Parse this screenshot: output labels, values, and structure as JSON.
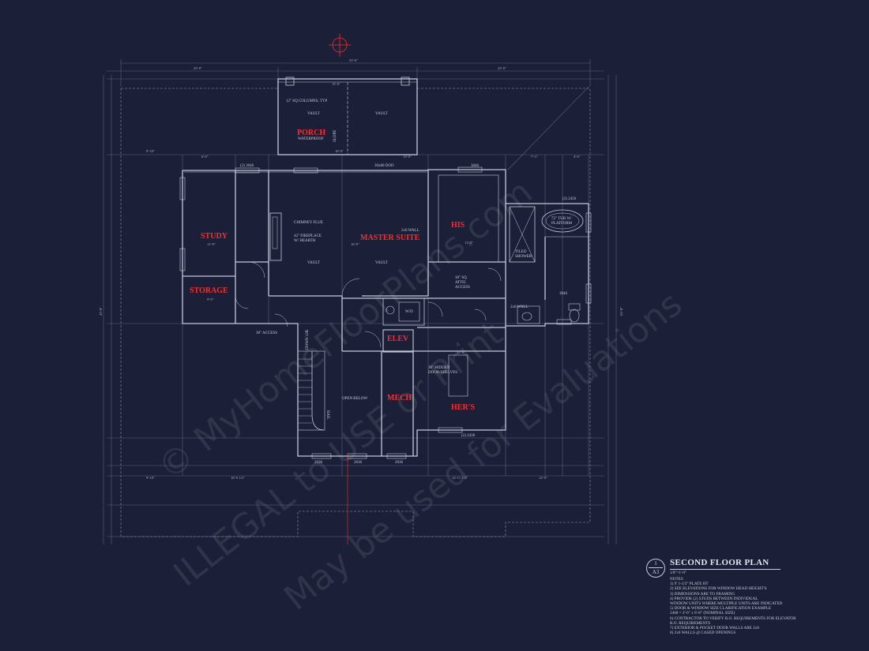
{
  "rooms": {
    "porch": "PORCH",
    "study": "STUDY",
    "storage": "STORAGE",
    "master_suite": "MASTER SUITE",
    "his": "HIS",
    "elev": "ELEV",
    "mech": "MECH",
    "hers": "HER'S"
  },
  "notes": {
    "columns": "12\" SQ COLUMNS, TYP",
    "vault_porch_1": "VAULT",
    "vault_porch_2": "VAULT",
    "waterproof": "WATERPROOF",
    "slope": "SLOPE",
    "chimney_flue": "CHIMNEY FLUE",
    "fireplace": "42\" FIREPLACE",
    "hearth": "W/ HEARTH",
    "vault_1": "VAULT",
    "vault_2": "VAULT",
    "wall_2x6": "2x6 WALL",
    "attic_1": "30\" SQ",
    "attic_2": "ATTIC",
    "attic_3": "ACCESS",
    "tub_1": "72\" TUB W/",
    "tub_2": "PLATFORM",
    "tiled_1": "TILED",
    "tiled_2": "SHOWER",
    "wall_2x6_b": "2x6 WALL",
    "wd": "W/D",
    "access_30": "30\" ACCESS",
    "hidden_1": "36\" HIDDEN",
    "hidden_2": "DOOR/SHELVES",
    "open_below": "OPEN BELOW",
    "rail": "RAIL",
    "down_12r": "DOWN 12R",
    "win_3046": "(3) 3046",
    "win_3046b": "3046",
    "win_3046c": "3046",
    "win_2456": "(3) 2456",
    "win_3060": "3060",
    "win_2636a": "2636",
    "win_2636b": "2636",
    "win_2636c": "2636",
    "win_2436": "(2) 2436",
    "door_3080": "30x80 DOD"
  },
  "dims": {
    "overall_top": "53'-0\"",
    "top_left": "25'-0\"",
    "top_right": "25'-0\"",
    "porch_w": "15'-0\"",
    "seg_a": "9'-10\"",
    "seg_b": "6'-0\"",
    "seg_c": "16'-0\"",
    "seg_d": "13'-0\"",
    "seg_e": "7'-3\"",
    "seg_f": "4'-0\"",
    "right_total": "65'-0\"",
    "left_total": "43'-0\"",
    "bottom_a": "9'-10\"",
    "bottom_b": "16'-9 1/2\"",
    "bottom_c": "12'-11 1/2\"",
    "bottom_d": "12'-0\"",
    "study_w": "11'-9\"",
    "master_w": "16'-0\"",
    "his_w": "11'-0\"",
    "hers_w": "12'-0\"",
    "storage_w": "9'-0\""
  },
  "watermark": {
    "line1": "© MyHomeFloorPlans.com",
    "line2": "ILLEGAL to USE or Print",
    "line3": "May be used for Evaluations"
  },
  "title_block": {
    "number": "1",
    "sheet": "A3",
    "title": "SECOND FLOOR PLAN",
    "scale": "1/8\"=1'-0\"",
    "notes_heading": "NOTES",
    "notes": [
      "1) 9' 1-1/2\" PLATE HT",
      "2) SEE ELEVATIONS FOR WINDOW HEAD HEIGHT'S",
      "3) DIMENSIONS ARE TO FRAMING",
      "4) PROVIDE (2) STUDS BETWEEN INDIVIDUAL",
      "    WINDOW UNITS WHERE MULTIPLE UNITS ARE INDICATED",
      "5) DOOR & WINDOW SIZE CLARIFICATION EXAMPLE",
      "    2468 = 2'-6\" x 6'-8\" (NOMINAL SIZE)",
      "6) CONTRACTOR TO VERIFY R.O. REQUIREMENTS FOR ELEVATOR",
      "    R.O. REQUIREMENTS",
      "7) EXTERIOR & POCKET DOOR WALLS ARE 2x6",
      "8) 2x6 WALLS @ CASED OPENINGS"
    ]
  },
  "colors": {
    "background": "#1b2038",
    "lines": "#c4c8da",
    "room_labels": "#ff2a2a",
    "grid": "#5a617f"
  }
}
